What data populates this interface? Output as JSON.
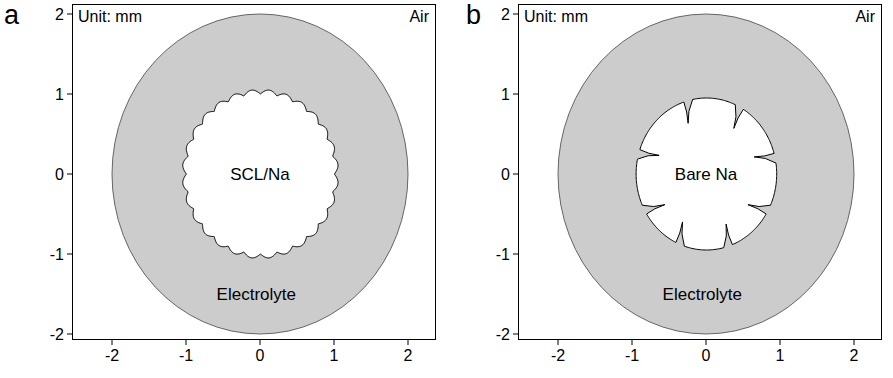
{
  "diagram": {
    "nodes": [
      {
        "text": [
          "Unit: mm",
          "Air"
        ]
      },
      {
        "text": [
          "Electrolyte"
        ],
        "in": 0
      },
      {
        "text": [
          "SCL/Na"
        ],
        "in": 1
      },
      {
        "text": [
          "Unit: mm",
          "Air"
        ]
      },
      {
        "text": [
          "Electrolyte"
        ],
        "in": 3
      },
      {
        "text": [
          "Bare Na"
        ],
        "in": 4
      }
    ],
    "labels": [
      "a",
      "2",
      "1",
      "0",
      "-1",
      "-2",
      "-2",
      "-1",
      "0",
      "1",
      "2",
      "b",
      "2",
      "1",
      "0",
      "-1",
      "-2",
      "-2",
      "-1",
      "0",
      "1",
      "2"
    ]
  }
}
